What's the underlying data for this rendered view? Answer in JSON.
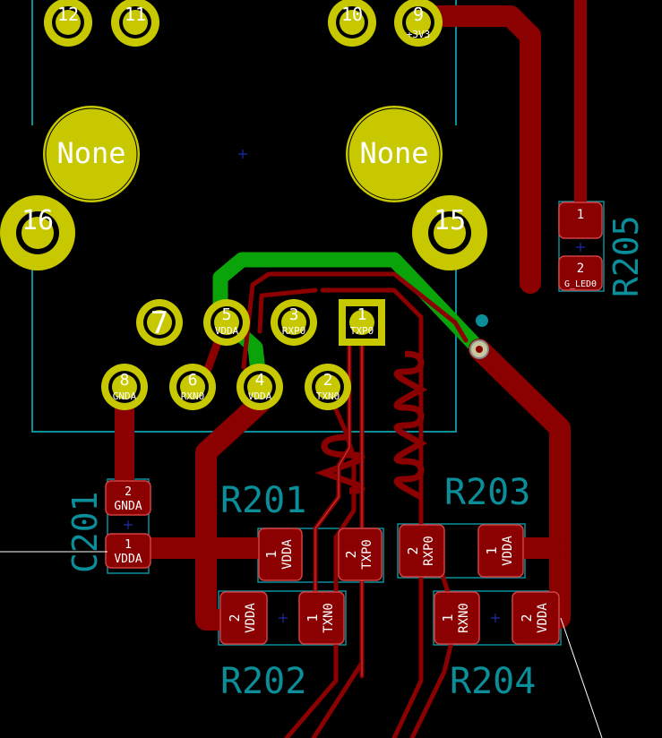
{
  "colors": {
    "background": "#000000",
    "copper_front": "#8b0000",
    "copper_front_outline": "#d24040",
    "copper_back": "#0aa30a",
    "pad_plated": "#c8c800",
    "courtyard": "#0a8f9a",
    "silk_text": "#ffffff",
    "ref_text": "#0a8f9a"
  },
  "connector_pins": [
    {
      "num": "12",
      "net": ""
    },
    {
      "num": "11",
      "net": ""
    },
    {
      "num": "10",
      "net": ""
    },
    {
      "num": "9",
      "net": "+3V3"
    },
    {
      "num": "16",
      "net": ""
    },
    {
      "num": "15",
      "net": ""
    },
    {
      "num": "7",
      "net": ""
    },
    {
      "num": "5",
      "net": "VDDA"
    },
    {
      "num": "3",
      "net": "RXP0"
    },
    {
      "num": "1",
      "net": "TXP0"
    },
    {
      "num": "8",
      "net": "GNDA"
    },
    {
      "num": "6",
      "net": "RXN0"
    },
    {
      "num": "4",
      "net": "VDDA"
    },
    {
      "num": "2",
      "net": "TXN0"
    }
  ],
  "mount_holes": [
    {
      "label": "None"
    },
    {
      "label": "None"
    }
  ],
  "components": [
    {
      "ref": "C201",
      "pads": [
        {
          "num": "2",
          "net": "GNDA"
        },
        {
          "num": "1",
          "net": "VDDA"
        }
      ]
    },
    {
      "ref": "R201",
      "pads": [
        {
          "num": "1",
          "net": "VDDA"
        },
        {
          "num": "2",
          "net": "TXP0"
        }
      ]
    },
    {
      "ref": "R202",
      "pads": [
        {
          "num": "2",
          "net": "VDDA"
        },
        {
          "num": "1",
          "net": "TXN0"
        }
      ]
    },
    {
      "ref": "R203",
      "pads": [
        {
          "num": "2",
          "net": "RXP0"
        },
        {
          "num": "1",
          "net": "VDDA"
        }
      ]
    },
    {
      "ref": "R204",
      "pads": [
        {
          "num": "1",
          "net": "RXN0"
        },
        {
          "num": "2",
          "net": "VDDA"
        }
      ]
    },
    {
      "ref": "R205",
      "pads": [
        {
          "num": "1",
          "net": ""
        },
        {
          "num": "2",
          "net": "G_LED0"
        }
      ]
    }
  ]
}
